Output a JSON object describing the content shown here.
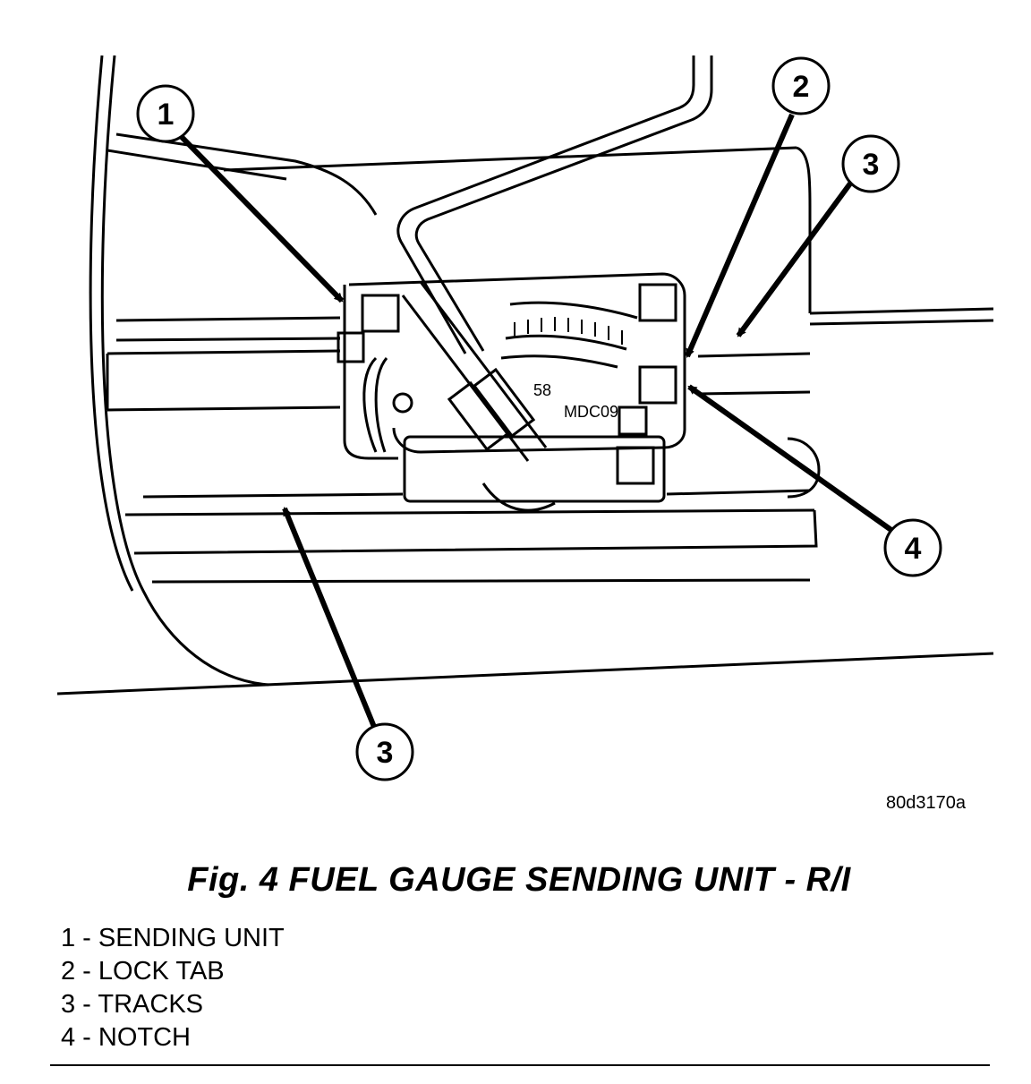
{
  "figure": {
    "code": "80d3170a",
    "title": "Fig. 4 FUEL GAUGE SENDING UNIT - R/I",
    "dial_text_1": "58",
    "dial_text_2": "MDC09"
  },
  "callouts": [
    {
      "number": "1"
    },
    {
      "number": "2"
    },
    {
      "number": "3"
    },
    {
      "number": "4"
    },
    {
      "number": "3"
    }
  ],
  "legend": [
    "1 - SENDING UNIT",
    "2 - LOCK TAB",
    "3 - TRACKS",
    "4 - NOTCH"
  ]
}
